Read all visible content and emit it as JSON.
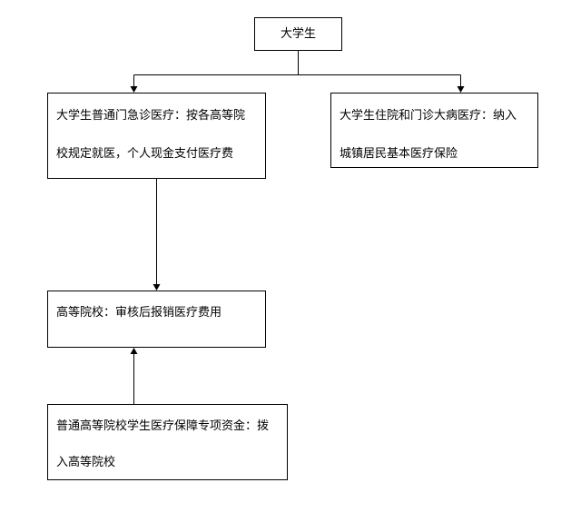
{
  "nodes": {
    "root": {
      "label": "大学生"
    },
    "outpatient": {
      "line1": "大学生普通门急诊医疗：按各高等院",
      "line2": "校规定就医，个人现金支付医疗费"
    },
    "inpatient": {
      "line1": "大学生住院和门诊大病医疗：纳入",
      "line2": "城镇居民基本医疗保险"
    },
    "university": {
      "label": "高等院校：审核后报销医疗费用"
    },
    "fund": {
      "line1": "普通高等院校学生医疗保障专项资金：拨",
      "line2": "入高等院校"
    }
  },
  "colors": {
    "line": "#000000",
    "box_border": "#000000",
    "background": "#ffffff"
  }
}
